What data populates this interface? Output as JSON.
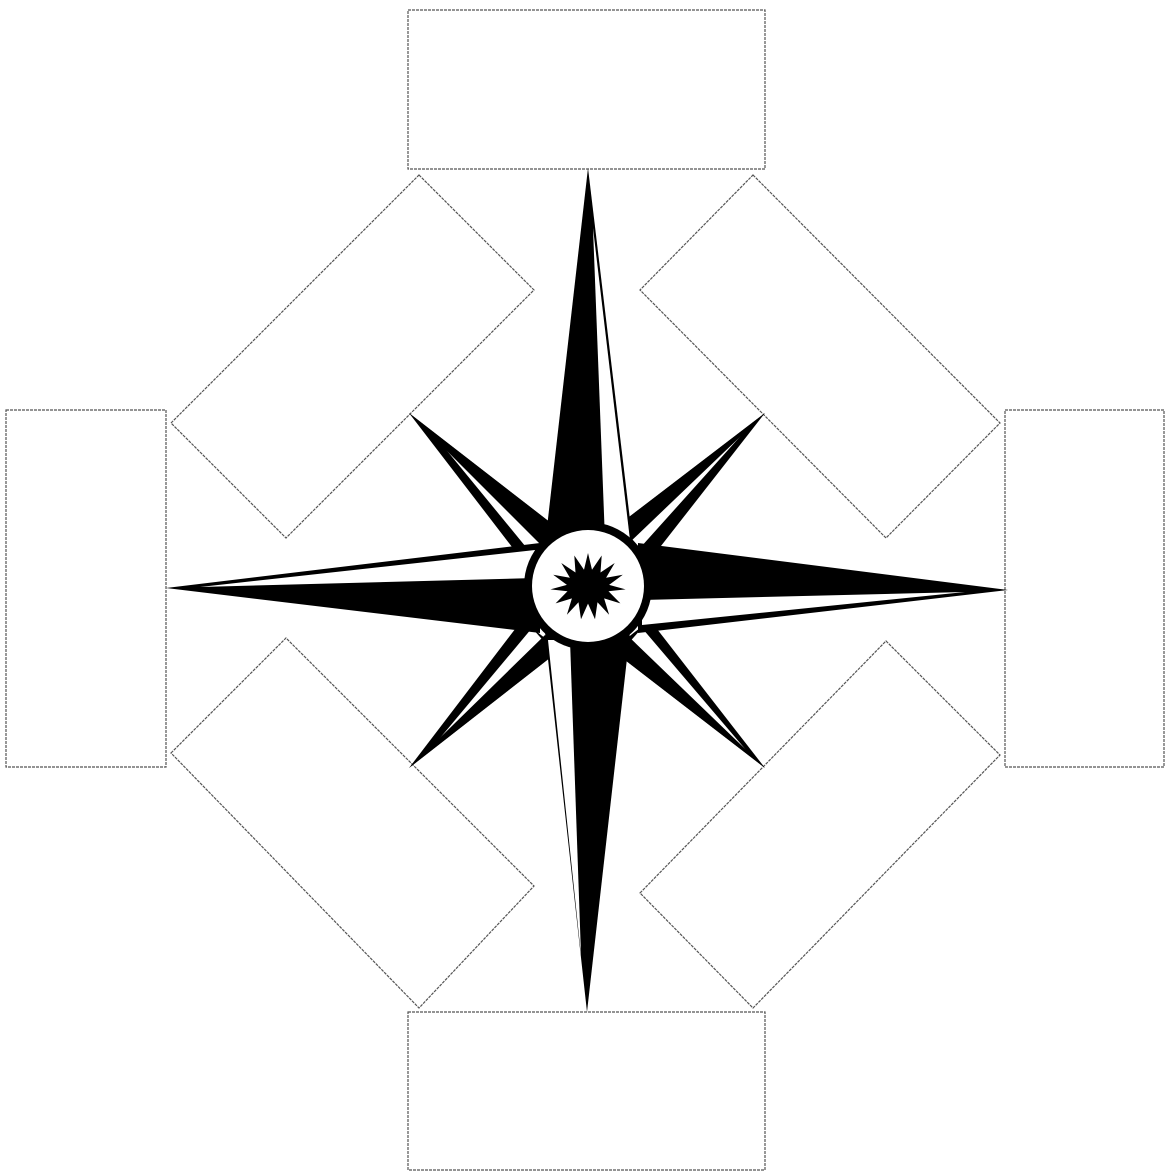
{
  "diagram": {
    "type": "compass-rose-worksheet",
    "ink_color": "#000000",
    "paper_color": "#ffffff",
    "box_border_color": "#555555",
    "compass_points": 8,
    "label_boxes": [
      {
        "direction": "north",
        "label": ""
      },
      {
        "direction": "northeast",
        "label": ""
      },
      {
        "direction": "east",
        "label": ""
      },
      {
        "direction": "southeast",
        "label": ""
      },
      {
        "direction": "south",
        "label": ""
      },
      {
        "direction": "southwest",
        "label": ""
      },
      {
        "direction": "west",
        "label": ""
      },
      {
        "direction": "northwest",
        "label": ""
      }
    ]
  }
}
